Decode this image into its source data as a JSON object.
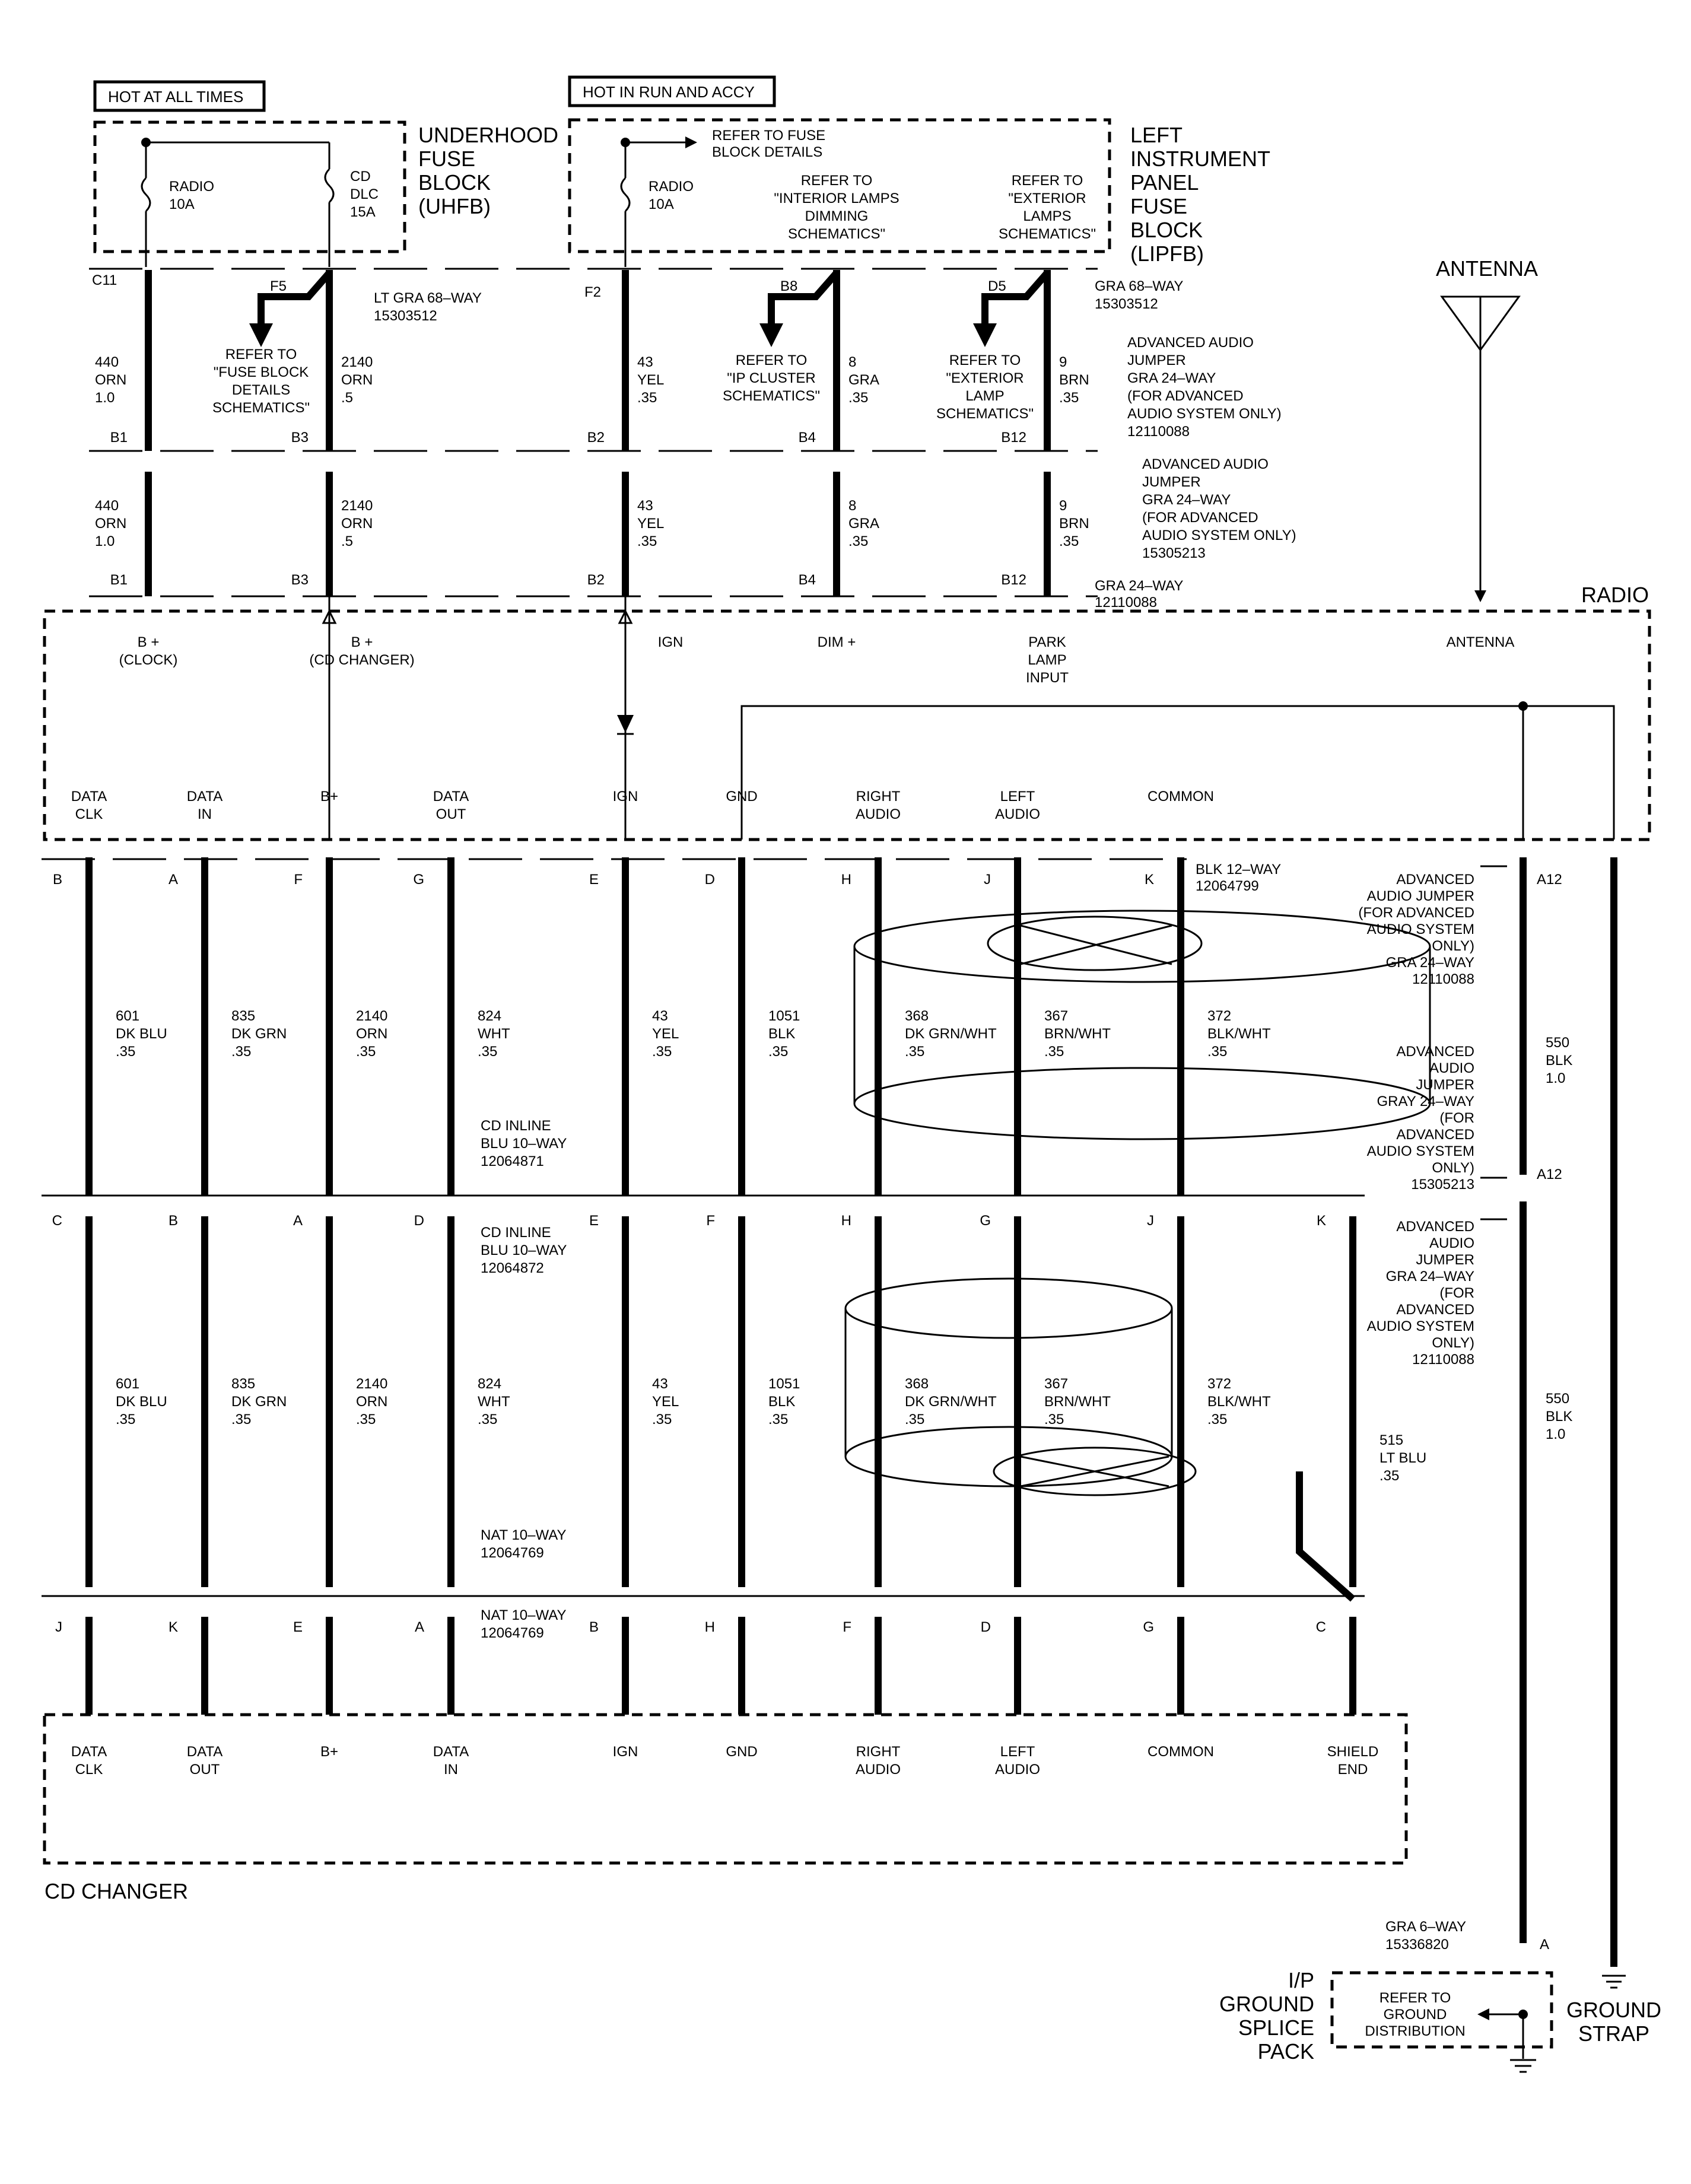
{
  "top_labels": {
    "hot_at_all_times": "HOT AT ALL TIMES",
    "hot_in_run": "HOT IN RUN AND ACCY",
    "uhfb": [
      "UNDERHOOD",
      "FUSE",
      "BLOCK",
      "(UHFB)"
    ],
    "lipfb": [
      "LEFT",
      "INSTRUMENT",
      "PANEL",
      "FUSE",
      "BLOCK",
      "(LIPFB)"
    ],
    "antenna": "ANTENNA",
    "radio": "RADIO",
    "cd_changer": "CD CHANGER",
    "ground_splice": [
      "I/P",
      "GROUND",
      "SPLICE",
      "PACK"
    ],
    "ground_strap": [
      "GROUND",
      "STRAP"
    ]
  },
  "fuses": {
    "radio_uhfb": [
      "RADIO",
      "10A"
    ],
    "cd_dlc": [
      "CD",
      "DLC",
      "15A"
    ],
    "radio_lipfb": [
      "RADIO",
      "10A"
    ],
    "refer_fuse_block": [
      "REFER TO FUSE",
      "BLOCK DETAILS"
    ],
    "refer_interior": [
      "REFER TO",
      "\"INTERIOR LAMPS",
      "DIMMING",
      "SCHEMATICS\""
    ],
    "refer_exterior": [
      "REFER TO",
      "\"EXTERIOR",
      "LAMPS",
      "SCHEMATICS\""
    ]
  },
  "connectors": {
    "c11": "C11",
    "f5": "F5",
    "f2": "F2",
    "b8": "B8",
    "d5": "D5",
    "lt_gra": [
      "LT GRA 68–WAY",
      "15303512"
    ],
    "gra_68": [
      "GRA 68–WAY",
      "15303512"
    ],
    "adv_jumper_1": [
      "ADVANCED AUDIO",
      "JUMPER",
      "GRA 24–WAY",
      "(FOR ADVANCED",
      "AUDIO SYSTEM ONLY)",
      "12110088"
    ],
    "adv_jumper_2": [
      "ADVANCED AUDIO",
      "JUMPER",
      "GRA 24–WAY",
      "(FOR ADVANCED",
      "AUDIO SYSTEM ONLY)",
      "15305213"
    ],
    "gra_24": [
      "GRA 24–WAY",
      "12110088"
    ],
    "blk_12": [
      "BLK 12–WAY",
      "12064799"
    ],
    "cd_inline_1": [
      "CD INLINE",
      "BLU 10–WAY",
      "12064871"
    ],
    "cd_inline_2": [
      "CD INLINE",
      "BLU 10–WAY",
      "12064872"
    ],
    "nat_10_1": [
      "NAT 10–WAY",
      "12064769"
    ],
    "nat_10_2": [
      "NAT 10–WAY",
      "12064769"
    ],
    "adv_right_1": [
      "ADVANCED",
      "AUDIO JUMPER",
      "(FOR ADVANCED",
      "AUDIO SYSTEM",
      "ONLY)",
      "GRA 24–WAY",
      "12110088"
    ],
    "adv_right_2": [
      "ADVANCED",
      "AUDIO",
      "JUMPER",
      "GRAY 24–WAY",
      "(FOR",
      "ADVANCED",
      "AUDIO SYSTEM",
      "ONLY)",
      "15305213"
    ],
    "adv_right_3": [
      "ADVANCED",
      "AUDIO",
      "JUMPER",
      "GRA 24–WAY",
      "(FOR",
      "ADVANCED",
      "AUDIO SYSTEM",
      "ONLY)",
      "12110088"
    ],
    "gra_6": [
      "GRA 6–WAY",
      "15336820"
    ],
    "a12": "A12",
    "a": "A",
    "refer_ground": [
      "REFER TO",
      "GROUND",
      "DISTRIBUTION"
    ]
  },
  "refer_boxes": {
    "fuse_block_details": [
      "REFER TO",
      "\"FUSE BLOCK",
      "DETAILS",
      "SCHEMATICS\""
    ],
    "ip_cluster": [
      "REFER TO",
      "\"IP CLUSTER",
      "SCHEMATICS\""
    ],
    "exterior_lamp": [
      "REFER TO",
      "\"EXTERIOR",
      "LAMP",
      "SCHEMATICS\""
    ]
  },
  "upper_wires": [
    {
      "pin_top": "B1",
      "pin_bot": "B1",
      "circuit": [
        "440",
        "ORN",
        "1.0"
      ]
    },
    {
      "pin_top": "B3",
      "pin_bot": "B3",
      "circuit": [
        "2140",
        "ORN",
        ".5"
      ]
    },
    {
      "pin_top": "B2",
      "pin_bot": "B2",
      "circuit": [
        "43",
        "YEL",
        ".35"
      ]
    },
    {
      "pin_top": "B4",
      "pin_bot": "B4",
      "circuit": [
        "8",
        "GRA",
        ".35"
      ]
    },
    {
      "pin_top": "B12",
      "pin_bot": "B12",
      "circuit": [
        "9",
        "BRN",
        ".35"
      ]
    }
  ],
  "radio_inputs": {
    "b_clock": [
      "B +",
      "(CLOCK)"
    ],
    "b_cd": [
      "B +",
      "(CD CHANGER)"
    ],
    "ign": "IGN",
    "dim": "DIM +",
    "park": [
      "PARK",
      "LAMP",
      "INPUT"
    ],
    "antenna": "ANTENNA"
  },
  "radio_pins": [
    {
      "label": [
        "DATA",
        "CLK"
      ],
      "top": "B",
      "mid": "C",
      "bot": "J",
      "circuit": [
        "601",
        "DK BLU",
        ".35"
      ]
    },
    {
      "label": [
        "DATA",
        "IN"
      ],
      "top": "A",
      "mid": "B",
      "bot": "K",
      "circuit": [
        "835",
        "DK GRN",
        ".35"
      ]
    },
    {
      "label": [
        "B+"
      ],
      "top": "F",
      "mid": "A",
      "bot": "E",
      "circuit": [
        "2140",
        "ORN",
        ".35"
      ]
    },
    {
      "label": [
        "DATA",
        "OUT"
      ],
      "top": "G",
      "mid": "D",
      "bot": "A",
      "circuit": [
        "824",
        "WHT",
        ".35"
      ]
    },
    {
      "label": [
        "IGN"
      ],
      "top": "E",
      "mid": "E",
      "bot": "B",
      "circuit": [
        "43",
        "YEL",
        ".35"
      ]
    },
    {
      "label": [
        "GND"
      ],
      "top": "D",
      "mid": "F",
      "bot": "H",
      "circuit": [
        "1051",
        "BLK",
        ".35"
      ]
    },
    {
      "label": [
        "RIGHT",
        "AUDIO"
      ],
      "top": "H",
      "mid": "H",
      "bot": "F",
      "circuit": [
        "368",
        "DK GRN/WHT",
        ".35"
      ]
    },
    {
      "label": [
        "LEFT",
        "AUDIO"
      ],
      "top": "J",
      "mid": "G",
      "bot": "D",
      "circuit": [
        "367",
        "BRN/WHT",
        ".35"
      ]
    },
    {
      "label": [
        "COMMON"
      ],
      "top": "K",
      "mid": "J",
      "bot": "G",
      "circuit": [
        "372",
        "BLK/WHT",
        ".35"
      ]
    },
    {
      "label": [],
      "top": "",
      "mid": "K",
      "bot": "C",
      "circuit": [
        "515",
        "LT BLU",
        ".35"
      ]
    }
  ],
  "changer_pins": [
    [
      "DATA",
      "CLK"
    ],
    [
      "DATA",
      "OUT"
    ],
    [
      "B+"
    ],
    [
      "DATA",
      "IN"
    ],
    [
      "IGN"
    ],
    [
      "GND"
    ],
    [
      "RIGHT",
      "AUDIO"
    ],
    [
      "LEFT",
      "AUDIO"
    ],
    [
      "COMMON"
    ],
    [
      "SHIELD",
      "END"
    ]
  ],
  "ground_wire": [
    "550",
    "BLK",
    "1.0"
  ]
}
